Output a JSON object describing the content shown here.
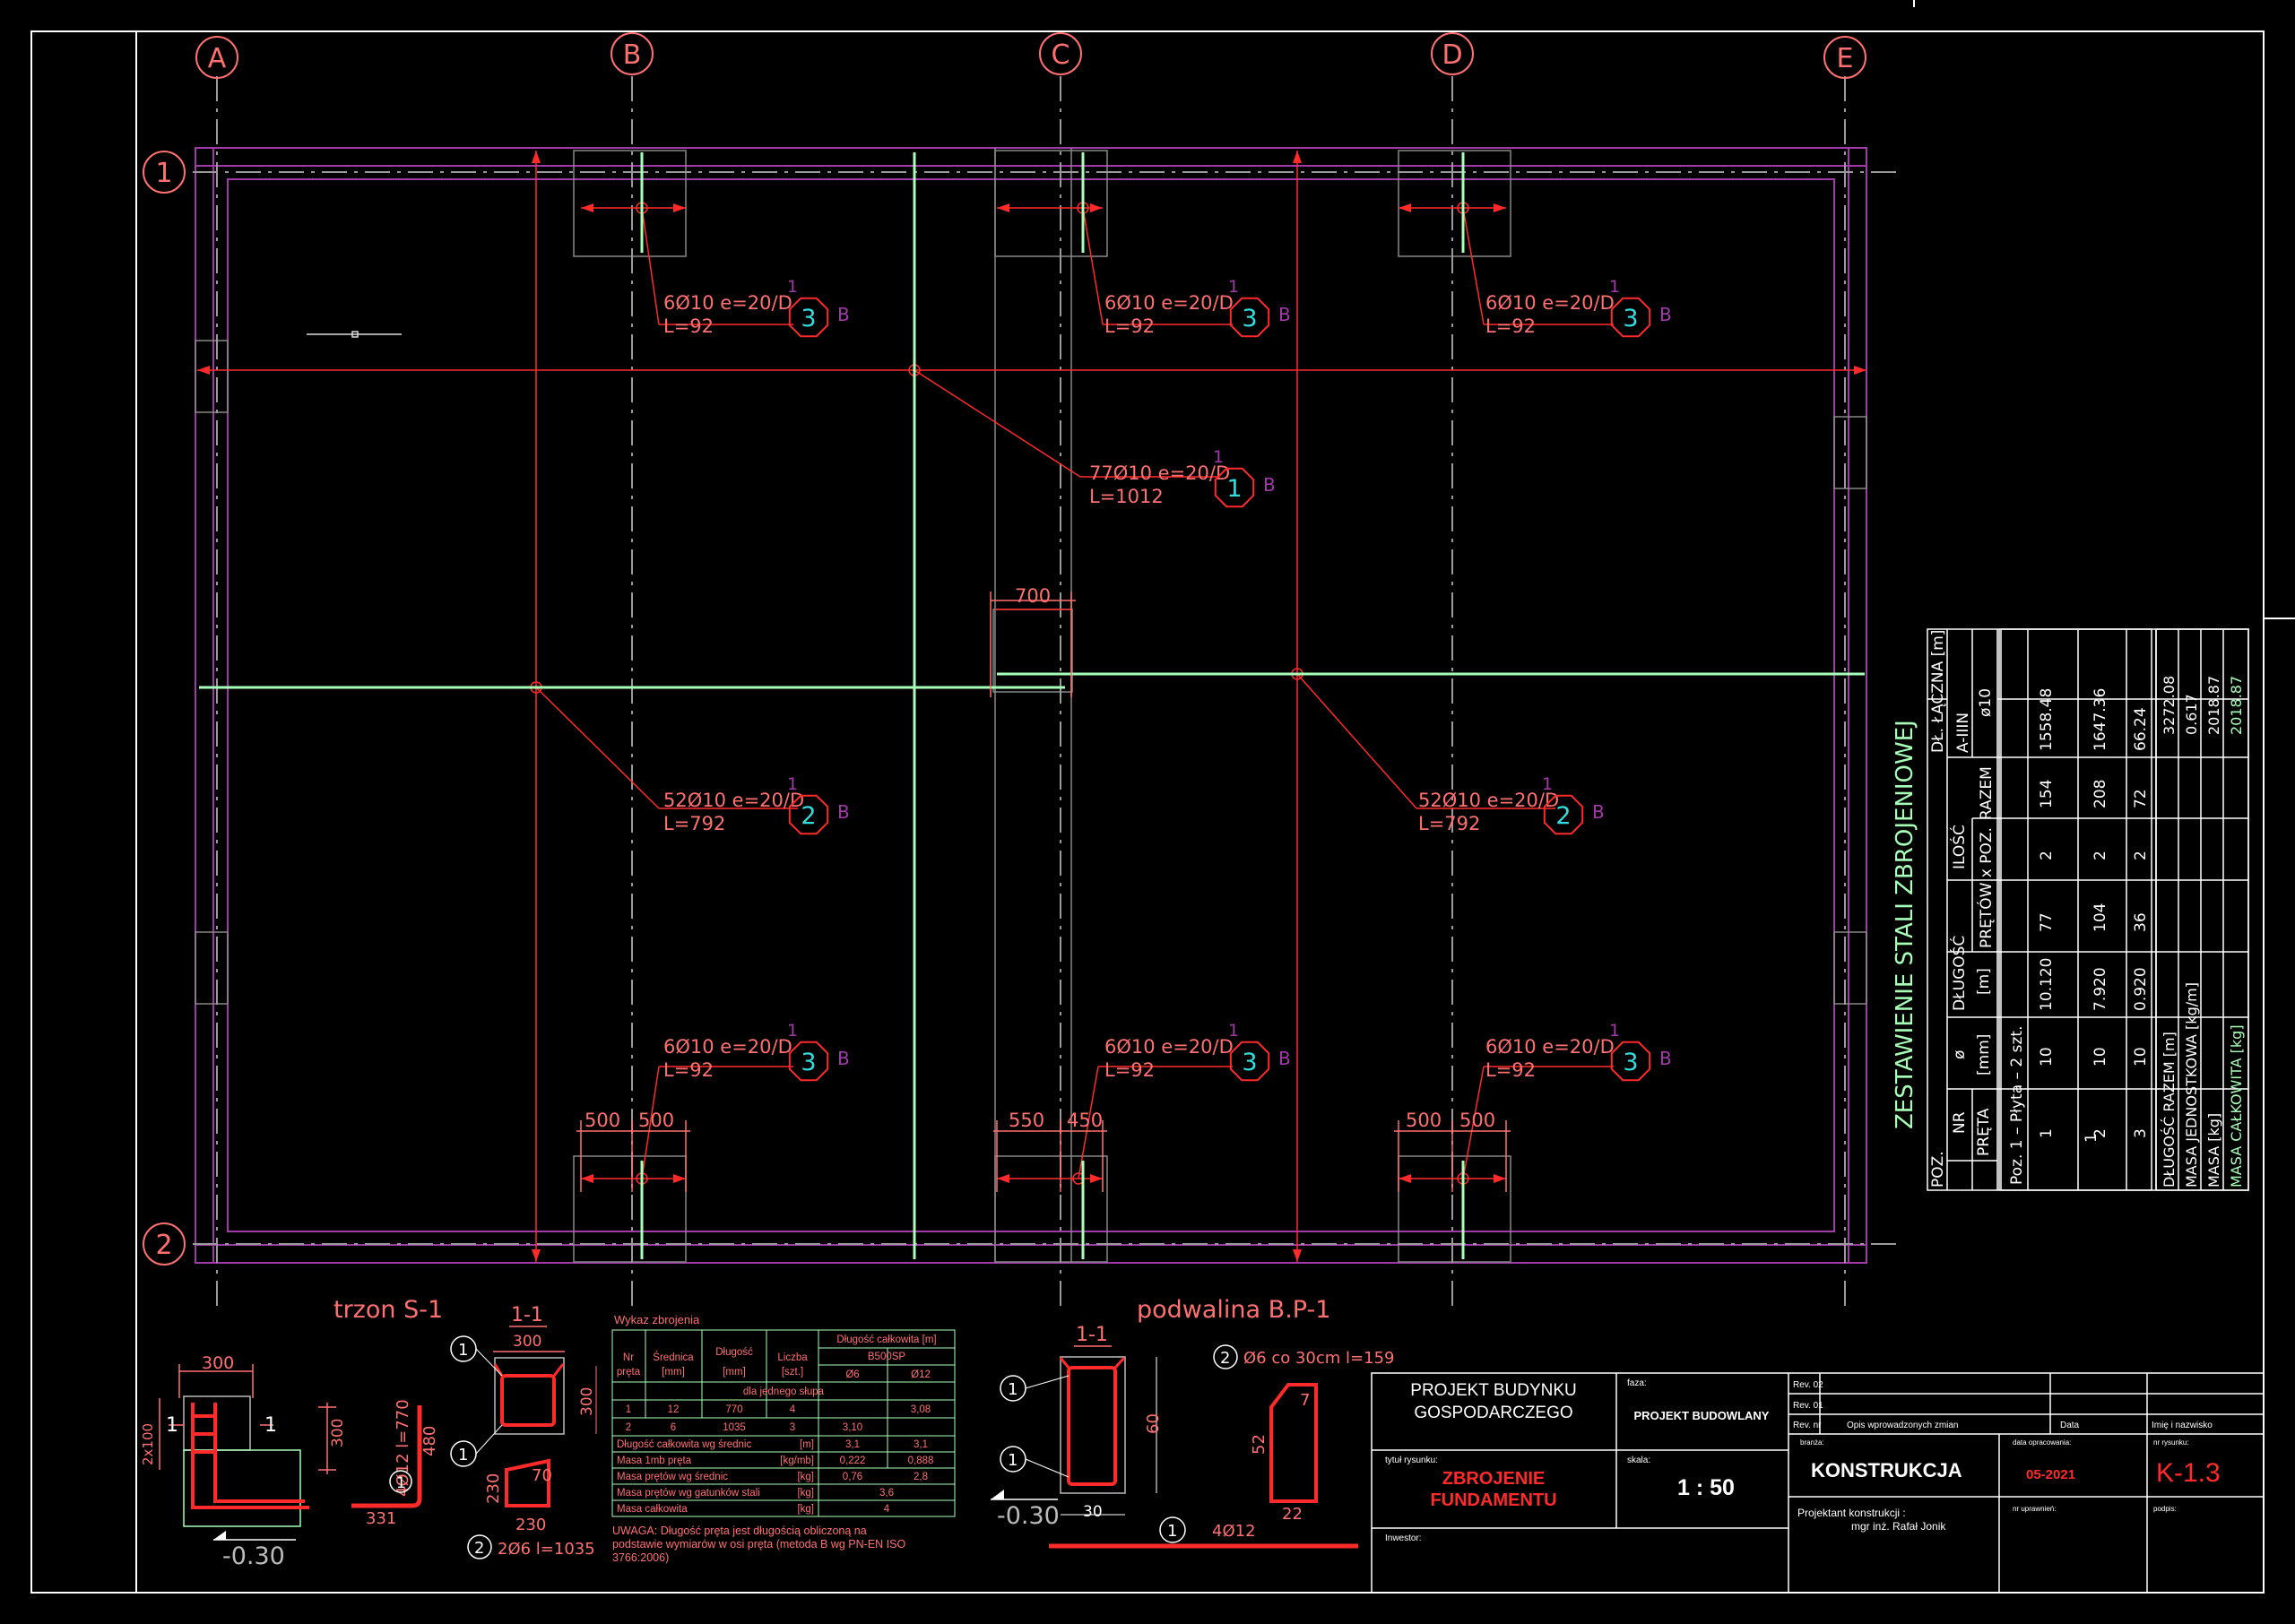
{
  "grid": {
    "axes_cols": [
      "A",
      "B",
      "C",
      "D",
      "E"
    ],
    "axes_rows": [
      "1",
      "2"
    ]
  },
  "plan": {
    "dim_700": "700",
    "dims_bottom": [
      "500",
      "500",
      "550",
      "450",
      "500",
      "500"
    ],
    "labels_top": [
      {
        "text": "6Ø10  e=20/D",
        "len": "L=92",
        "num": "3",
        "idx": "1",
        "grp": "B"
      },
      {
        "text": "6Ø10  e=20/D",
        "len": "L=92",
        "num": "3",
        "idx": "1",
        "grp": "B"
      },
      {
        "text": "6Ø10  e=20/D",
        "len": "L=92",
        "num": "3",
        "idx": "1",
        "grp": "B"
      }
    ],
    "label_main": {
      "text": "77Ø10  e=20/D",
      "len": "L=1012",
      "num": "1",
      "idx": "1",
      "grp": "B"
    },
    "labels_mid": [
      {
        "text": "52Ø10  e=20/D",
        "len": "L=792",
        "num": "2",
        "idx": "1",
        "grp": "B"
      },
      {
        "text": "52Ø10  e=20/D",
        "len": "L=792",
        "num": "2",
        "idx": "1",
        "grp": "B"
      }
    ],
    "labels_bottom": [
      {
        "text": "6Ø10  e=20/D",
        "len": "L=92",
        "num": "3",
        "idx": "1",
        "grp": "B"
      },
      {
        "text": "6Ø10  e=20/D",
        "len": "L=92",
        "num": "3",
        "idx": "1",
        "grp": "B"
      },
      {
        "text": "6Ø10  e=20/D",
        "len": "L=92",
        "num": "3",
        "idx": "1",
        "grp": "B"
      }
    ]
  },
  "steel_schedule": {
    "title": "ZESTAWIENIE  STALI  ZBROJENIOWEJ",
    "h_poz": "POZ.",
    "h_nr": "NR",
    "h_preta": "PRĘTA",
    "h_fi": "ø",
    "h_mm": "[mm]",
    "h_dlugosc": "DŁUGOŚĆ",
    "h_m": "[m]",
    "h_ilosc": "ILOŚĆ",
    "h_pretow": "PRĘTÓW x POZ.",
    "h_razem": "RAZEM",
    "h_dl_laczna": "DŁ. ŁĄCZNA  [m]",
    "h_steel": "A-IIIN",
    "h_fi10": "ø10",
    "group_label": "Poz. 1 – Płyta – 2 szt.",
    "poz": "1",
    "rows": [
      {
        "nr": "1",
        "fi": "10",
        "len": "10.120",
        "cnt": "77",
        "x": "2",
        "razem": "154",
        "total": "1558.48"
      },
      {
        "nr": "2",
        "fi": "10",
        "len": "7.920",
        "cnt": "104",
        "x": "2",
        "razem": "208",
        "total": "1647.36"
      },
      {
        "nr": "3",
        "fi": "10",
        "len": "0.920",
        "cnt": "36",
        "x": "2",
        "razem": "72",
        "total": "66.24"
      }
    ],
    "sum_labels": [
      "DŁUGOŚĆ RAZEM  [m]",
      "MASA JEDNOSTKOWA  [kg/m]",
      "MASA  [kg]",
      "MASA CAŁKOWITA  [kg]"
    ],
    "sum_values": [
      "3272.08",
      "0.617",
      "2018.87",
      "2018.87"
    ]
  },
  "trzon": {
    "title": "trzon S-1",
    "section": "1-1",
    "d300a": "300",
    "d300b": "300",
    "d300c": "300",
    "d2x100": "2x100",
    "elev": "-0.30",
    "sec_mark": "1",
    "bar1": "4Ø12  l=770",
    "bar1_num": "1",
    "d480": "480",
    "d331": "331",
    "d230a": "230",
    "d230b": "230",
    "d70": "70",
    "bar2": "2Ø6  l=1035",
    "bar2_num": "2"
  },
  "wykaz": {
    "title": "Wykaz zbrojenia",
    "h_nr": "Nr",
    "h_preta": "pręta",
    "h_srednica": "Średnica",
    "h_mm": "[mm]",
    "h_dlugosc": "Długość",
    "h_mm2": "[mm]",
    "h_liczba": "Liczba",
    "h_szt": "[szt.]",
    "h_calk": "Długość całkowita [m]",
    "h_b500": "B500SP",
    "h_o6": "Ø6",
    "h_o12": "Ø12",
    "h_dla": "dla jednego słupa",
    "r1": [
      "1",
      "12",
      "770",
      "4",
      "",
      "3,08"
    ],
    "r2": [
      "2",
      "6",
      "1035",
      "3",
      "3,10",
      ""
    ],
    "s1": [
      "Długość całkowita wg średnic",
      "[m]",
      "3,1",
      "3,1"
    ],
    "s2": [
      "Masa 1mb pręta",
      "[kg/mb]",
      "0,222",
      "0,888"
    ],
    "s3": [
      "Masa prętów wg średnic",
      "[kg]",
      "0,76",
      "2,8"
    ],
    "s4": [
      "Masa prętów wg gatunków stali",
      "[kg]",
      "3,6"
    ],
    "s5": [
      "Masa całkowita",
      "[kg]",
      "4"
    ],
    "note1": "UWAGA: Długość pręta jest długością obliczoną na",
    "note2": "podstawie wymiarów w osi pręta (metoda B wg PN-EN ISO",
    "note3": "3766:2006)"
  },
  "podwalina": {
    "title": "podwalina B.P-1",
    "section": "1-1",
    "d60": "60",
    "d30": "30",
    "elev": "-0.30",
    "bar2": "Ø6 co 30cm  l=159",
    "bar2_num": "2",
    "d7": "7",
    "d52": "52",
    "d22": "22",
    "bar1": "4Ø12",
    "bar1_num": "1",
    "sec_mark": "1"
  },
  "title_block": {
    "project": [
      "PROJEKT BUDYNKU",
      "GOSPODARCZEGO"
    ],
    "faza_label": "faza:",
    "faza": "PROJEKT BUDOWLANY",
    "tytul_label": "tytuł rysunku:",
    "tytul": [
      "ZBROJENIE",
      "FUNDAMENTU"
    ],
    "skala_label": "skala:",
    "skala": "1 : 50",
    "inwestor_label": "Inwestor:",
    "rev02": "Rev. 02",
    "rev01": "Rev. 01",
    "revnr": "Rev. nr",
    "opis": "Opis wprowadzonych zmian",
    "data_label": "Data",
    "imie": "Imię i nazwisko",
    "branza_label": "branża:",
    "branza": "KONSTRUKCJA",
    "data_opr_label": "data opracowania:",
    "data_opr": "05-2021",
    "nr_label": "nr rysunku:",
    "nr": "K-1.3",
    "projektant_label": "Projektant konstrukcji :",
    "projektant": "mgr inż.  Rafał Jonik",
    "upr_label": "nr uprawnień:",
    "podpis_label": "podpis:"
  },
  "colors": {
    "red": "#ff2a2a",
    "purple": "#a03aa8",
    "green": "#a8ffb8",
    "cyan": "#33dddd",
    "gray": "#9a9a9a",
    "white": "#ffffff",
    "salmon": "#ff7070"
  }
}
